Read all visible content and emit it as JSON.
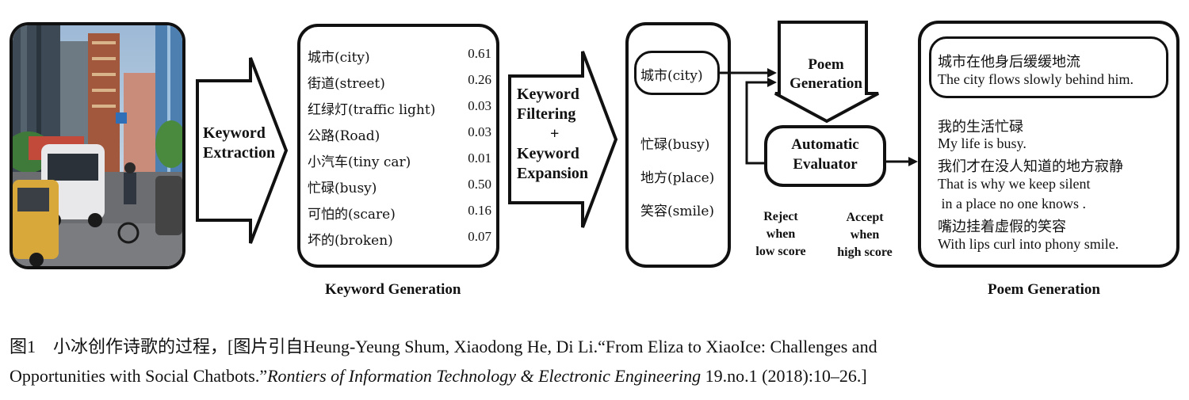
{
  "image": {
    "alt": "city street scene"
  },
  "arrow1": {
    "line1": "Keyword",
    "line2": "Extraction"
  },
  "keywords": [
    {
      "word": "城市(city)",
      "score": "0.61"
    },
    {
      "word": "街道(street)",
      "score": "0.26"
    },
    {
      "word": "红绿灯(traffic light)",
      "score": "0.03"
    },
    {
      "word": "公路(Road)",
      "score": "0.03"
    },
    {
      "word": "小汽车(tiny car)",
      "score": "0.01"
    },
    {
      "word": "忙碌(busy)",
      "score": "0.50"
    },
    {
      "word": "可怕的(scare)",
      "score": "0.16"
    },
    {
      "word": "坏的(broken)",
      "score": "0.07"
    }
  ],
  "label_keyword_generation": "Keyword Generation",
  "arrow2": {
    "line1": "Keyword",
    "line2": "Filtering",
    "line3": "+",
    "line4": "Keyword",
    "line5": "Expansion"
  },
  "filtered": {
    "primary": "城市(city)",
    "others": [
      "忙碌(busy)",
      "地方(place)",
      "笑容(smile)"
    ]
  },
  "poem_gen_arrow": {
    "line1": "Poem",
    "line2": "Generation"
  },
  "evaluator": {
    "line1": "Automatic",
    "line2": "Evaluator"
  },
  "reject": {
    "line1": "Reject",
    "line2": "when",
    "line3": "low score"
  },
  "accept": {
    "line1": "Accept",
    "line2": "when",
    "line3": "high score"
  },
  "poem": {
    "title_cn": "城市在他身后缓缓地流",
    "title_en": "The city flows slowly behind him.",
    "lines": [
      "我的生活忙碌",
      "My life is busy.",
      "我们才在没人知道的地方寂静",
      "That is why we keep silent",
      " in a place no one knows .",
      "嘴边挂着虚假的笑容",
      "With lips curl into phony smile."
    ]
  },
  "label_poem_generation": "Poem Generation",
  "caption": {
    "line1": "图1　小冰创作诗歌的过程，[图片引自Heung-Yeung Shum, Xiaodong He, Di Li.“From Eliza to XiaoIce: Challenges and",
    "line2_a": "Opportunities with Social Chatbots.”",
    "line2_b": "Rontiers of Information Technology & Electronic Engineering",
    "line2_c": " 19.no.1 (2018):10–26.]"
  }
}
